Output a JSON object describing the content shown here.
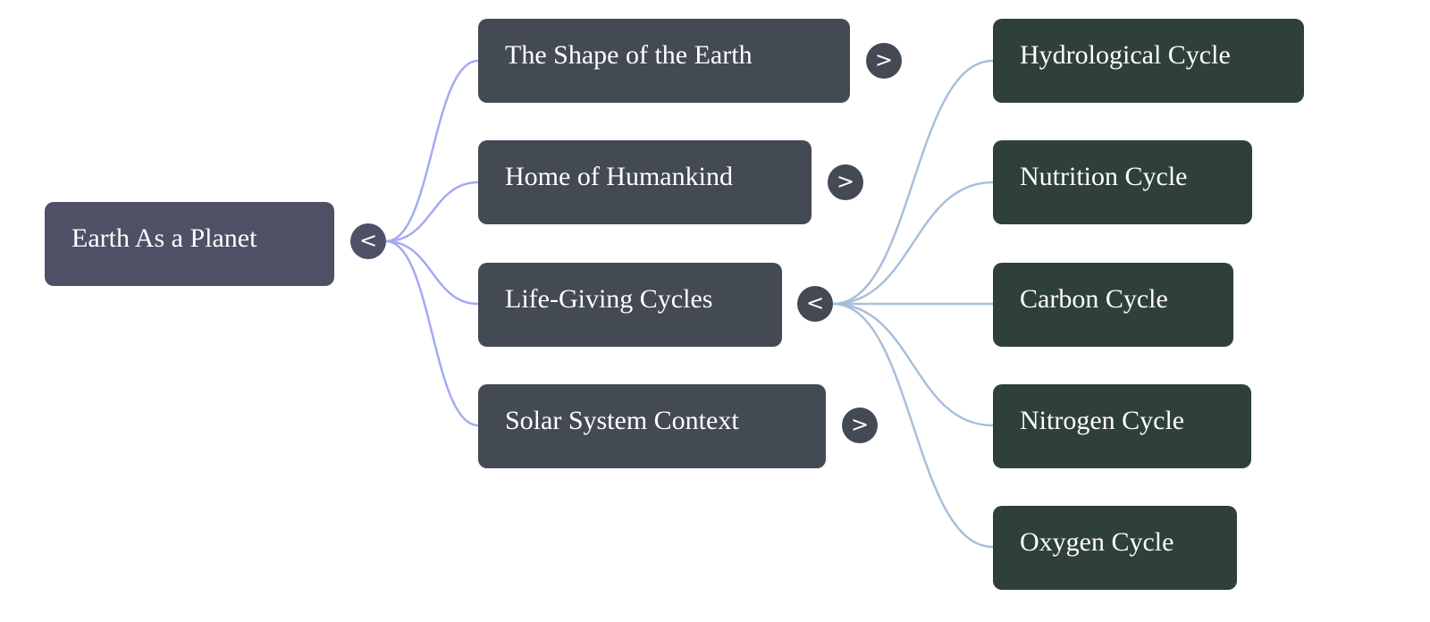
{
  "root": {
    "label": "Earth As a Planet",
    "toggle": "<"
  },
  "children": [
    {
      "label": "The Shape of the Earth",
      "toggle": ">"
    },
    {
      "label": "Home of Humankind",
      "toggle": ">"
    },
    {
      "label": "Life-Giving Cycles",
      "toggle": "<"
    },
    {
      "label": "Solar System Context",
      "toggle": ">"
    }
  ],
  "cycles": [
    {
      "label": "Hydrological Cycle"
    },
    {
      "label": "Nutrition Cycle"
    },
    {
      "label": "Carbon Cycle"
    },
    {
      "label": "Nitrogen Cycle"
    },
    {
      "label": "Oxygen Cycle"
    }
  ],
  "colors": {
    "root_edge": "#a3aaf2",
    "cycle_edge": "#a7bfdc"
  }
}
